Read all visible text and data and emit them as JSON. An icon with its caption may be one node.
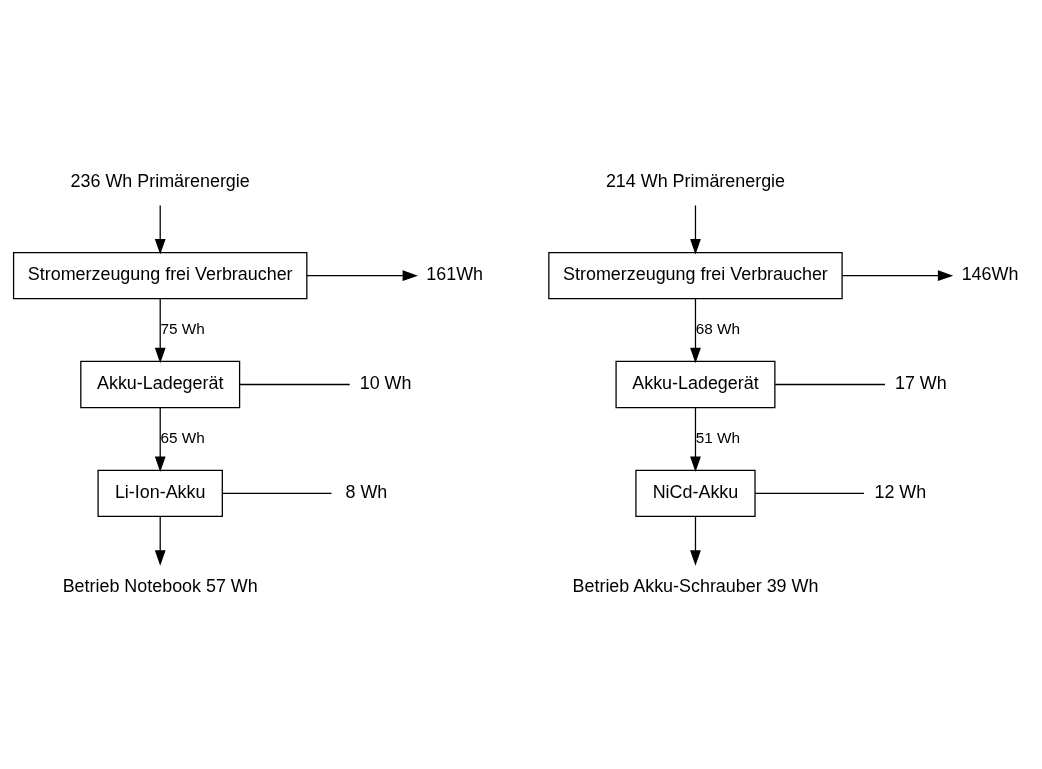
{
  "diagram": {
    "nodes": [
      {
        "text": [
          "236 Wh Primärenergie"
        ]
      },
      {
        "text": [
          "Stromerzeugung frei Verbraucher"
        ]
      },
      {
        "text": [
          "Akku-Ladegerät"
        ]
      },
      {
        "text": [
          "Li-Ion-Akku"
        ]
      },
      {
        "text": [
          "161Wh"
        ]
      },
      {
        "text": [
          "10 Wh"
        ]
      },
      {
        "text": [
          "8 Wh"
        ]
      },
      {
        "text": [
          "Betrieb Notebook 57 Wh"
        ]
      },
      {
        "text": [
          "214 Wh Primärenergie"
        ]
      },
      {
        "text": [
          "Stromerzeugung frei Verbraucher"
        ]
      },
      {
        "text": [
          "Akku-Ladegerät"
        ]
      },
      {
        "text": [
          "NiCd-Akku"
        ]
      },
      {
        "text": [
          "146Wh"
        ]
      },
      {
        "text": [
          "17 Wh"
        ]
      },
      {
        "text": [
          "12 Wh"
        ]
      },
      {
        "text": [
          "Betrieb Akku-Schrauber 39 Wh"
        ]
      }
    ],
    "edges": [
      {
        "from": 0,
        "to": 1,
        "arrow": "to"
      },
      {
        "from": 1,
        "to": 4,
        "arrow": "to"
      },
      {
        "from": 1,
        "to": 2,
        "arrow": "to",
        "label": "75 Wh"
      },
      {
        "from": 2,
        "to": 5,
        "arrow": "none"
      },
      {
        "from": 2,
        "to": 3,
        "arrow": "to",
        "label": "65 Wh"
      },
      {
        "from": 3,
        "to": 6,
        "arrow": "none"
      },
      {
        "from": 3,
        "to": 7,
        "arrow": "to"
      },
      {
        "from": 8,
        "to": 9,
        "arrow": "to"
      },
      {
        "from": 9,
        "to": 12,
        "arrow": "to"
      },
      {
        "from": 9,
        "to": 10,
        "arrow": "to",
        "label": "68 Wh"
      },
      {
        "from": 10,
        "to": 13,
        "arrow": "none"
      },
      {
        "from": 10,
        "to": 11,
        "arrow": "to",
        "label": "51 Wh"
      },
      {
        "from": 11,
        "to": 14,
        "arrow": "none"
      },
      {
        "from": 11,
        "to": 15,
        "arrow": "to"
      }
    ]
  }
}
